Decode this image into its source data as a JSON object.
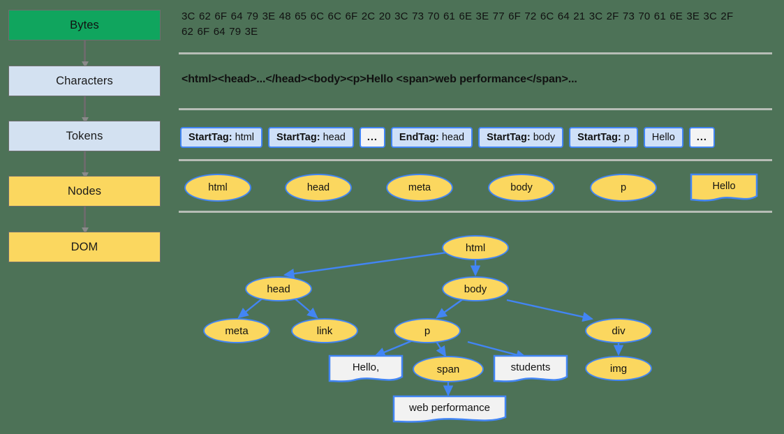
{
  "colors": {
    "background": "#4d7257",
    "bytes_fill": "#10a55e",
    "chars_fill": "#d3e1f1",
    "tokens_fill": "#d3e1f1",
    "nodes_fill": "#fbd75f",
    "dom_fill": "#fbd75f",
    "node_border": "#4285f4",
    "text_node_fill": "#f2f2f2",
    "divider": "#b7bdb6",
    "arrow_gray": "#6b6b6b"
  },
  "pipeline": {
    "stages": [
      {
        "label": "Bytes",
        "style": "green"
      },
      {
        "label": "Characters",
        "style": "blue"
      },
      {
        "label": "Tokens",
        "style": "blue"
      },
      {
        "label": "Nodes",
        "style": "yellow"
      },
      {
        "label": "DOM",
        "style": "yellow"
      }
    ]
  },
  "bytes": {
    "text": "3C 62 6F 64 79 3E 48 65 6C 6C 6F 2C 20 3C 73 70 61 6E 3E 77 6F 72 6C 64 21 3C 2F 73 70 61 6E 3E 3C 2F 62 6F 64 79 3E"
  },
  "characters": {
    "text": "<html><head>...</head><body><p>Hello <span>web performance</span>..."
  },
  "tokens": [
    {
      "key": "StartTag:",
      "value": "html",
      "kind": "tag"
    },
    {
      "key": "StartTag:",
      "value": "head",
      "kind": "tag"
    },
    {
      "key": "",
      "value": "...",
      "kind": "ellipsis"
    },
    {
      "key": "EndTag:",
      "value": "head",
      "kind": "tag"
    },
    {
      "key": "StartTag:",
      "value": "body",
      "kind": "tag"
    },
    {
      "key": "StartTag:",
      "value": "p",
      "kind": "tag"
    },
    {
      "key": "",
      "value": "Hello",
      "kind": "plain"
    },
    {
      "key": "",
      "value": "...",
      "kind": "ellipsis"
    }
  ],
  "nodes": [
    {
      "label": "html",
      "shape": "ellipse"
    },
    {
      "label": "head",
      "shape": "ellipse"
    },
    {
      "label": "meta",
      "shape": "ellipse"
    },
    {
      "label": "body",
      "shape": "ellipse"
    },
    {
      "label": "p",
      "shape": "ellipse"
    },
    {
      "label": "Hello",
      "shape": "document"
    }
  ],
  "dom": {
    "nodes": [
      {
        "label": "html",
        "shape": "ellipse"
      },
      {
        "label": "head",
        "shape": "ellipse"
      },
      {
        "label": "body",
        "shape": "ellipse"
      },
      {
        "label": "meta",
        "shape": "ellipse"
      },
      {
        "label": "link",
        "shape": "ellipse"
      },
      {
        "label": "p",
        "shape": "ellipse"
      },
      {
        "label": "div",
        "shape": "ellipse"
      },
      {
        "label": "Hello,",
        "shape": "document"
      },
      {
        "label": "span",
        "shape": "ellipse"
      },
      {
        "label": "students",
        "shape": "document"
      },
      {
        "label": "img",
        "shape": "ellipse"
      },
      {
        "label": "web performance",
        "shape": "document"
      }
    ],
    "edges": [
      {
        "from": "html",
        "to": "head"
      },
      {
        "from": "html",
        "to": "body"
      },
      {
        "from": "head",
        "to": "meta"
      },
      {
        "from": "head",
        "to": "link"
      },
      {
        "from": "body",
        "to": "p"
      },
      {
        "from": "body",
        "to": "div"
      },
      {
        "from": "p",
        "to": "Hello,"
      },
      {
        "from": "p",
        "to": "span"
      },
      {
        "from": "p",
        "to": "students"
      },
      {
        "from": "div",
        "to": "img"
      },
      {
        "from": "span",
        "to": "web performance"
      }
    ]
  }
}
